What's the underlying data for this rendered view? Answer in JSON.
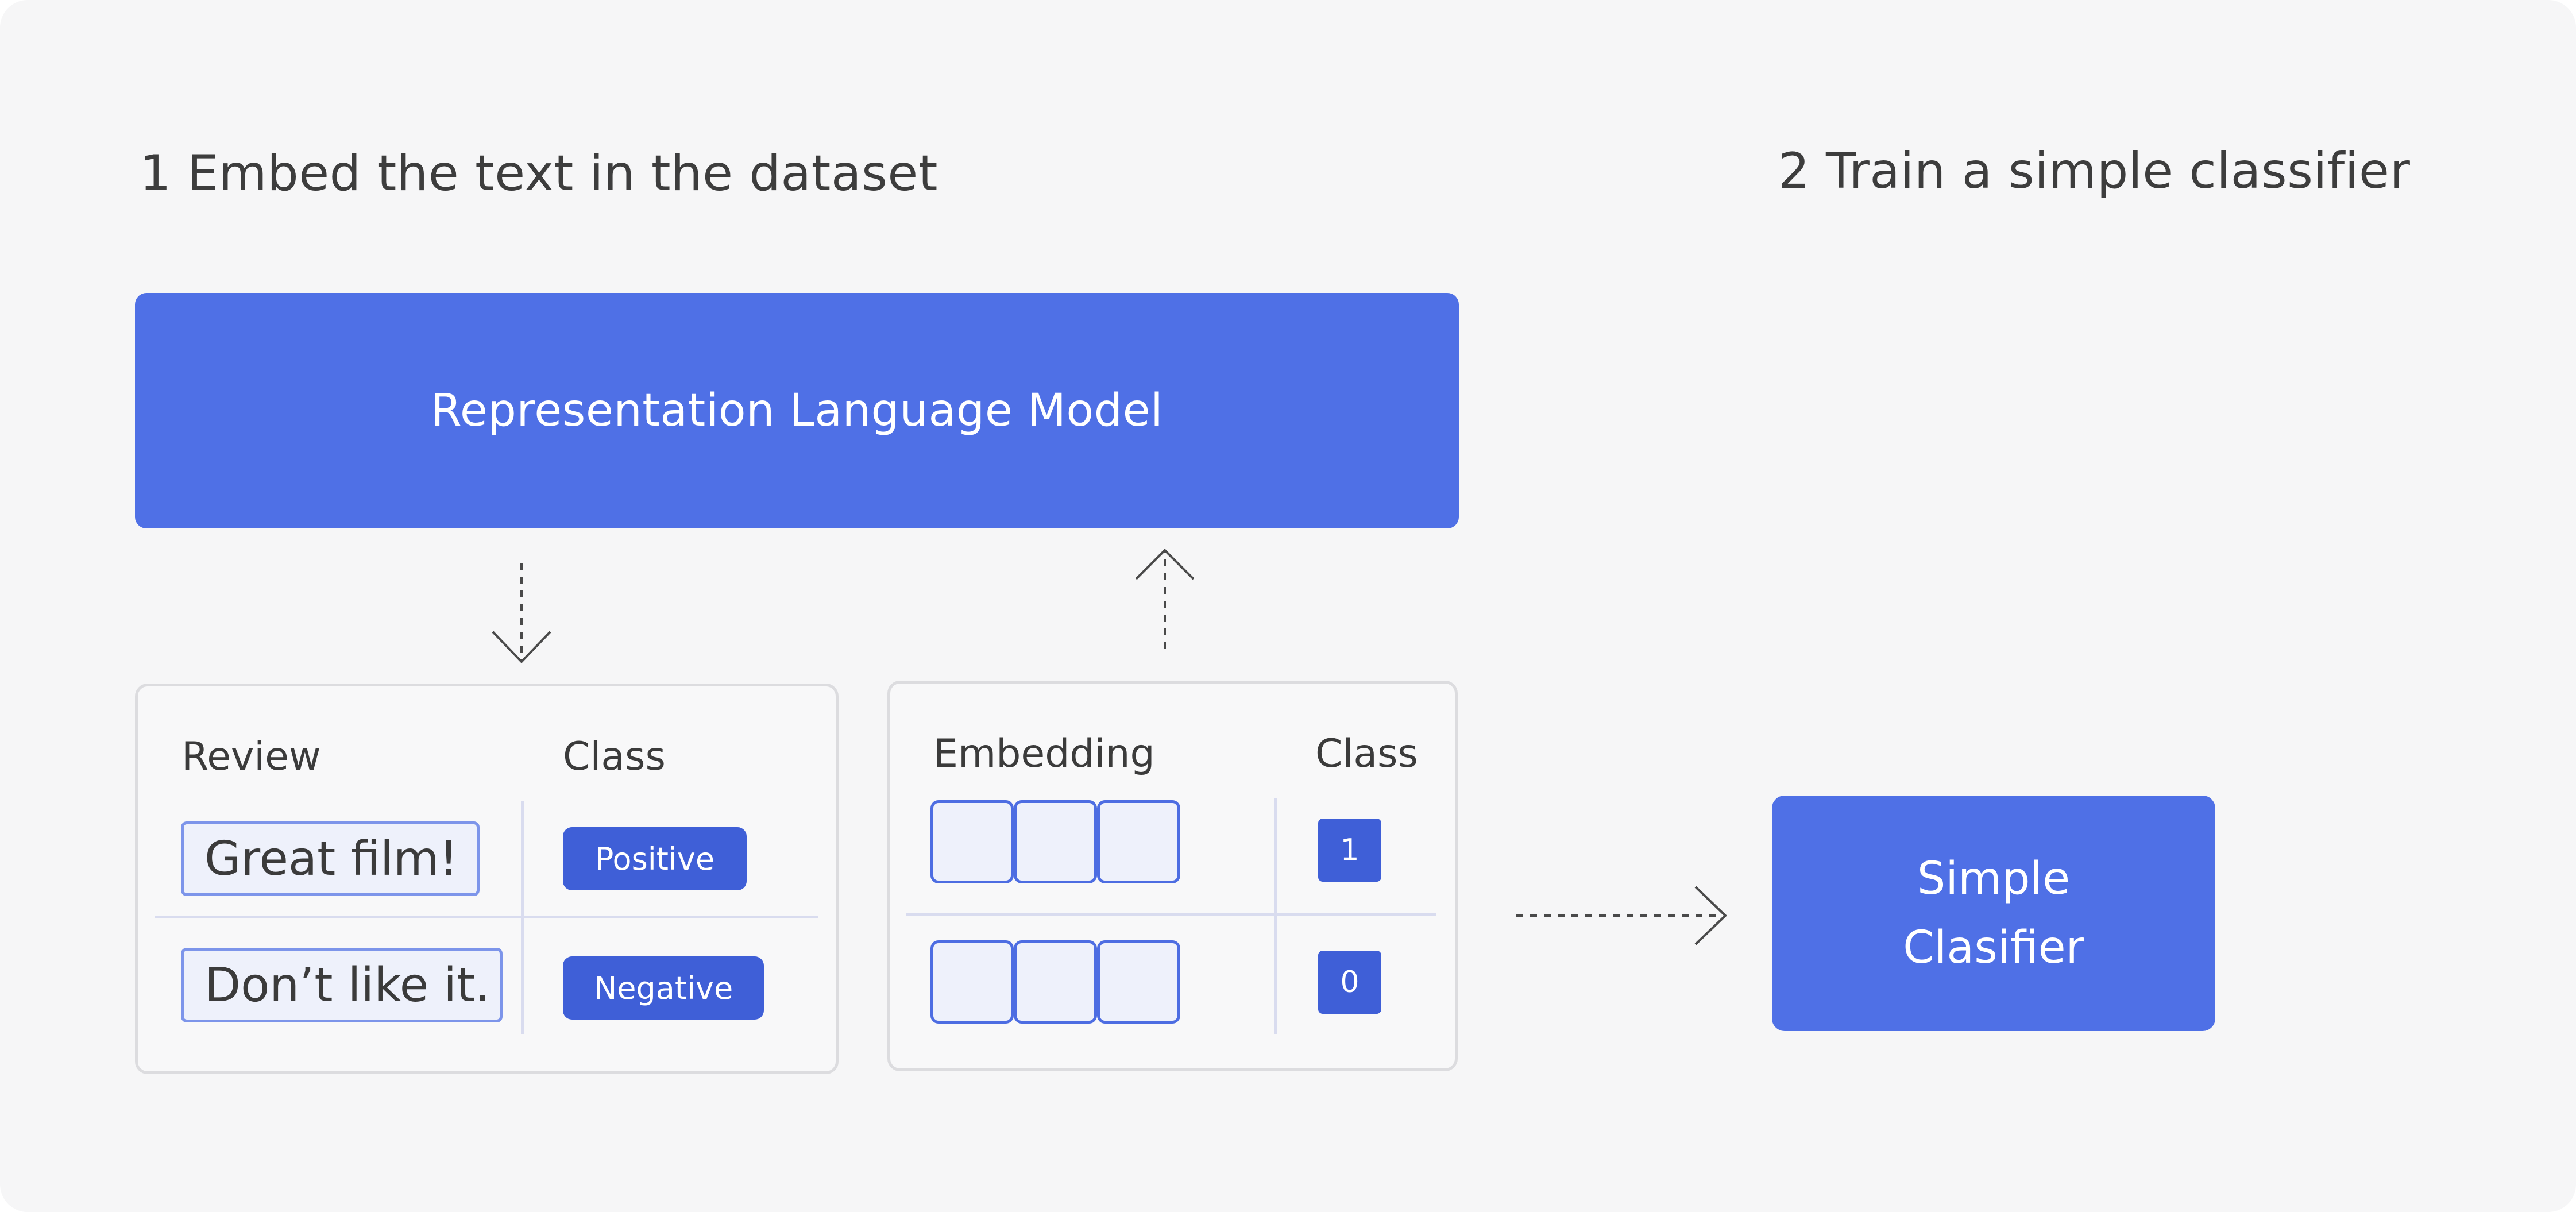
{
  "step1": {
    "title": "1 Embed the text in the dataset"
  },
  "step2": {
    "title": "2 Train a simple classifier"
  },
  "model": {
    "label": "Representation Language Model"
  },
  "review_table": {
    "headers": {
      "review": "Review",
      "class": "Class"
    },
    "rows": [
      {
        "review": "Great film!",
        "class": "Positive"
      },
      {
        "review": "Don’t like it.",
        "class": "Negative"
      }
    ]
  },
  "embedding_table": {
    "headers": {
      "embedding": "Embedding",
      "class": "Class"
    },
    "rows": [
      {
        "class": "1"
      },
      {
        "class": "0"
      }
    ]
  },
  "classifier": {
    "line1": "Simple",
    "line2": "Clasifier"
  },
  "colors": {
    "background": "#f6f6f7",
    "accent_blue": "#4f70e6",
    "badge_blue": "#3f5fd7",
    "chip_fill": "#eef1fb",
    "chip_border": "#7d95ea",
    "card_border": "#dcdcdf",
    "text": "#3b3b3b"
  }
}
